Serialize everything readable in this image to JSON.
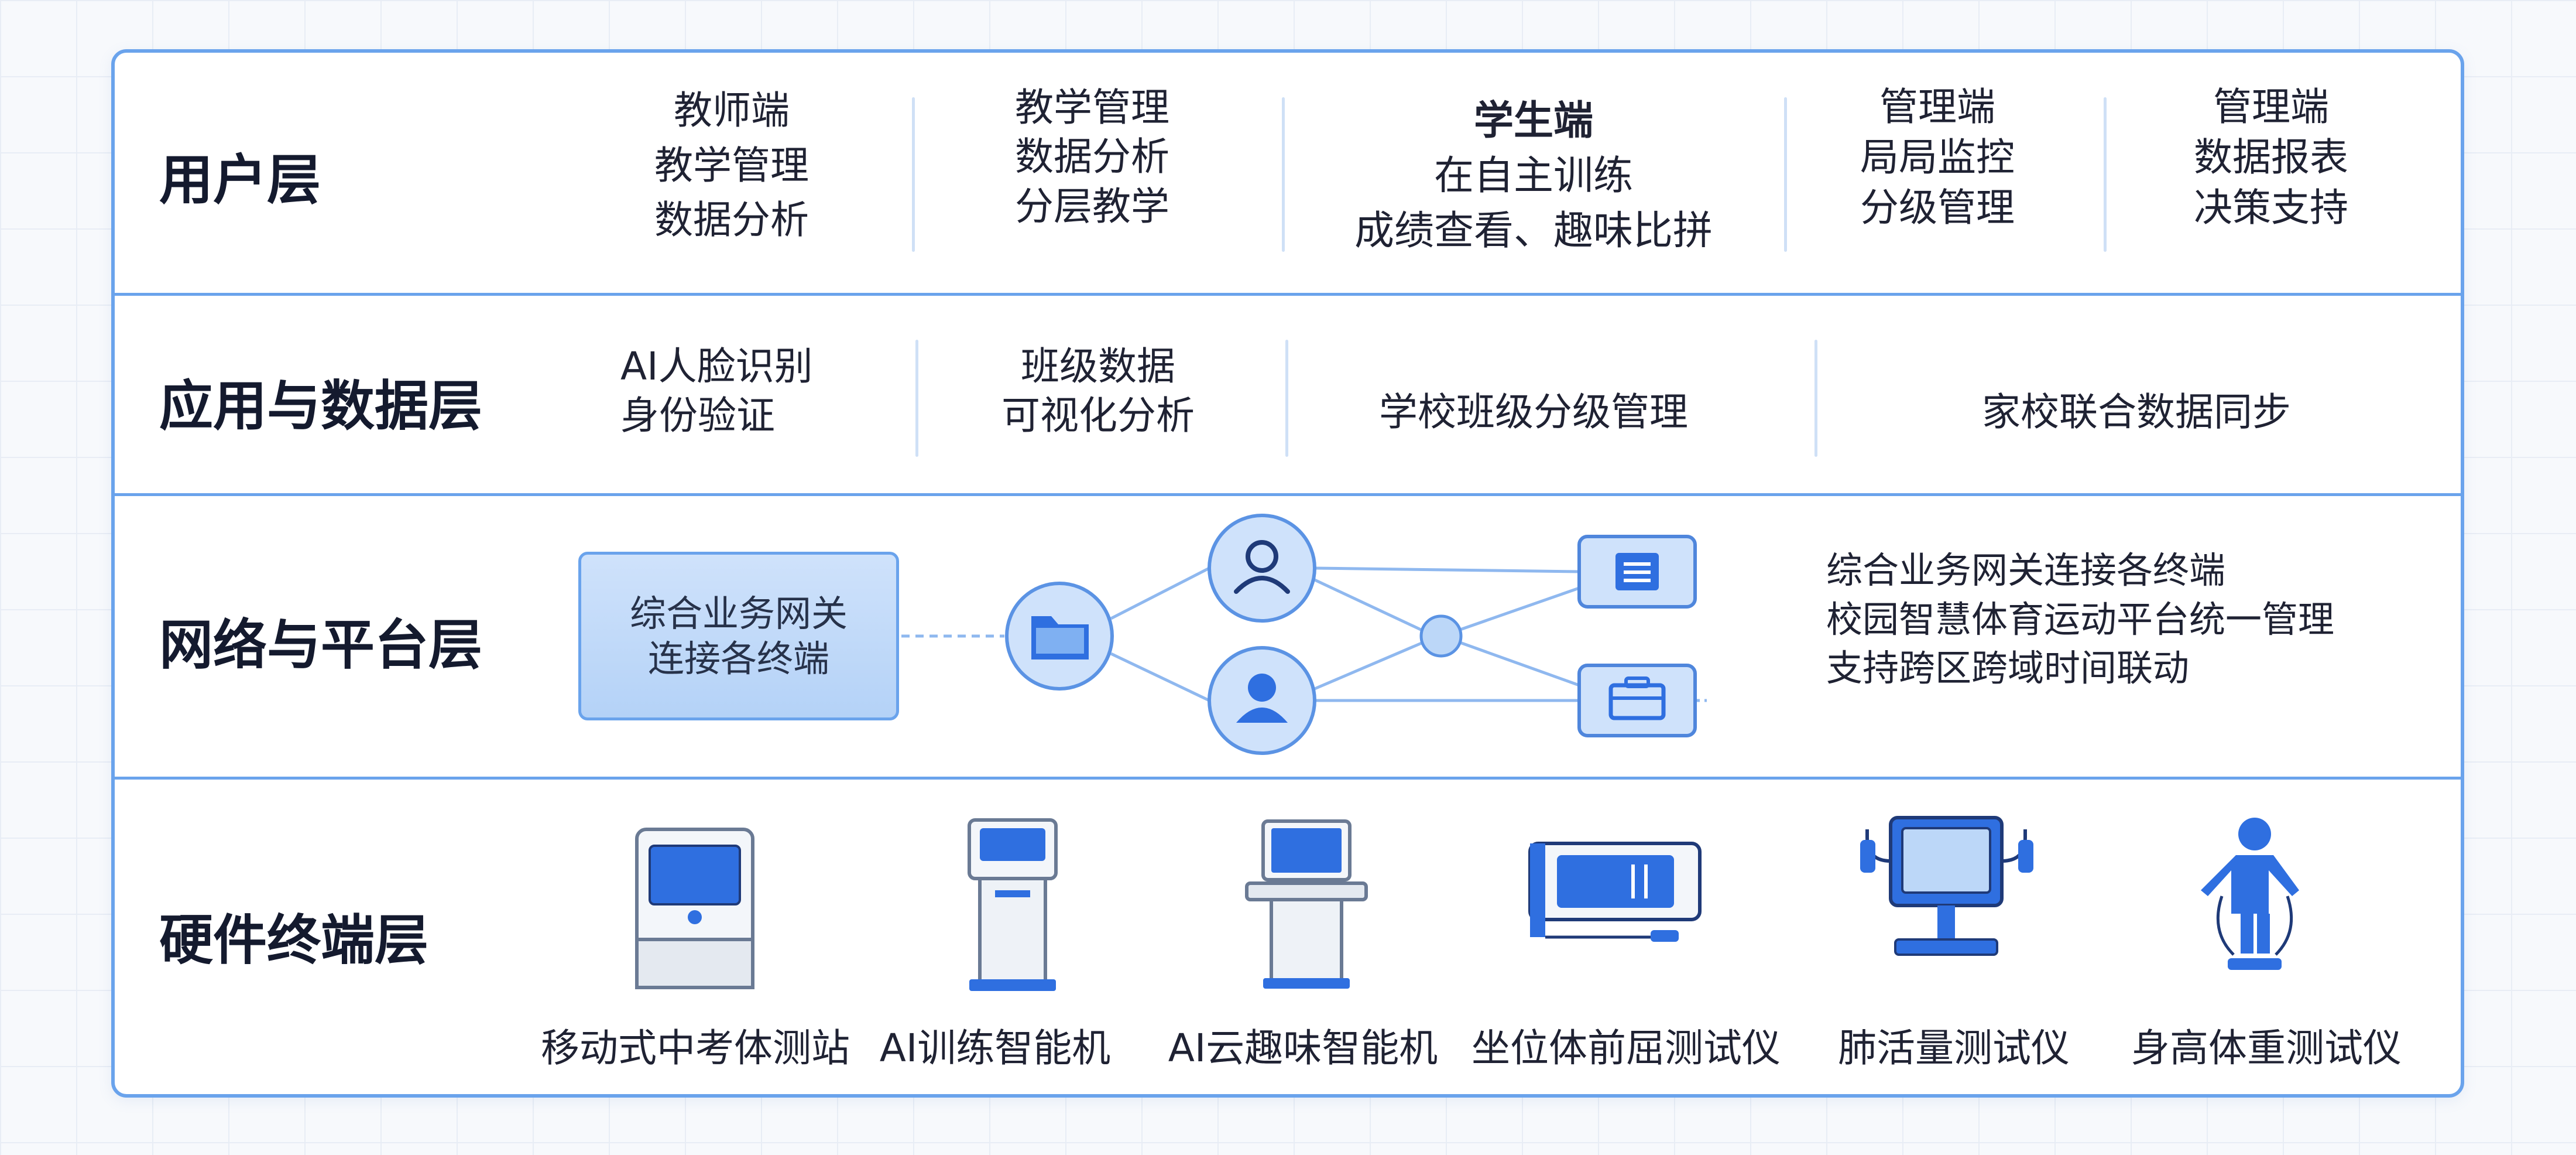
{
  "layers": {
    "user": {
      "title": "用户层",
      "columns": [
        {
          "lines": [
            "教师端",
            "教学管理",
            "数据分析"
          ]
        },
        {
          "lines": [
            "教学管理",
            "数据分析",
            "分层教学"
          ]
        },
        {
          "lines": [
            "学生端",
            "在自主训练",
            "成绩查看、趣味比拼"
          ]
        },
        {
          "lines": [
            "管理端",
            "局局监控",
            "分级管理"
          ]
        },
        {
          "lines": [
            "管理端",
            "数据报表",
            "决策支持"
          ]
        }
      ]
    },
    "app": {
      "title": "应用与数据层",
      "columns": [
        {
          "lines": [
            "AI人脸识别",
            "身份验证"
          ]
        },
        {
          "lines": [
            "班级数据",
            "可视化分析"
          ]
        },
        {
          "lines": [
            "学校班级分级管理"
          ]
        },
        {
          "lines": [
            "家校联合数据同步"
          ]
        }
      ]
    },
    "network": {
      "title": "网络与平台层",
      "gateway_lines": [
        "综合业务网关",
        "连接各终端"
      ],
      "desc_lines": [
        "综合业务网关连接各终端",
        "校园智慧体育运动平台统一管理",
        "支持跨区跨域时间联动"
      ],
      "nodes": [
        "folder-icon",
        "user-icon",
        "user-icon",
        "hub-node",
        "document-icon",
        "toolbox-icon"
      ]
    },
    "hardware": {
      "title": "硬件终端层",
      "devices": [
        {
          "label": "移动式中考体测站",
          "icon": "kiosk-icon"
        },
        {
          "label": "AI训练智能机",
          "icon": "standing-kiosk-icon"
        },
        {
          "label": "AI云趣味智能机",
          "icon": "desk-terminal-icon"
        },
        {
          "label": "坐位体前屈测试仪",
          "icon": "sit-reach-tester-icon"
        },
        {
          "label": "肺活量测试仪",
          "icon": "spirometer-icon"
        },
        {
          "label": "身高体重测试仪",
          "icon": "height-weight-icon"
        }
      ]
    }
  },
  "colors": {
    "accent": "#6aa3ec",
    "icon_blue": "#2f6fe0",
    "node_fill": "#cfe2fb",
    "title": "#141a2e"
  }
}
